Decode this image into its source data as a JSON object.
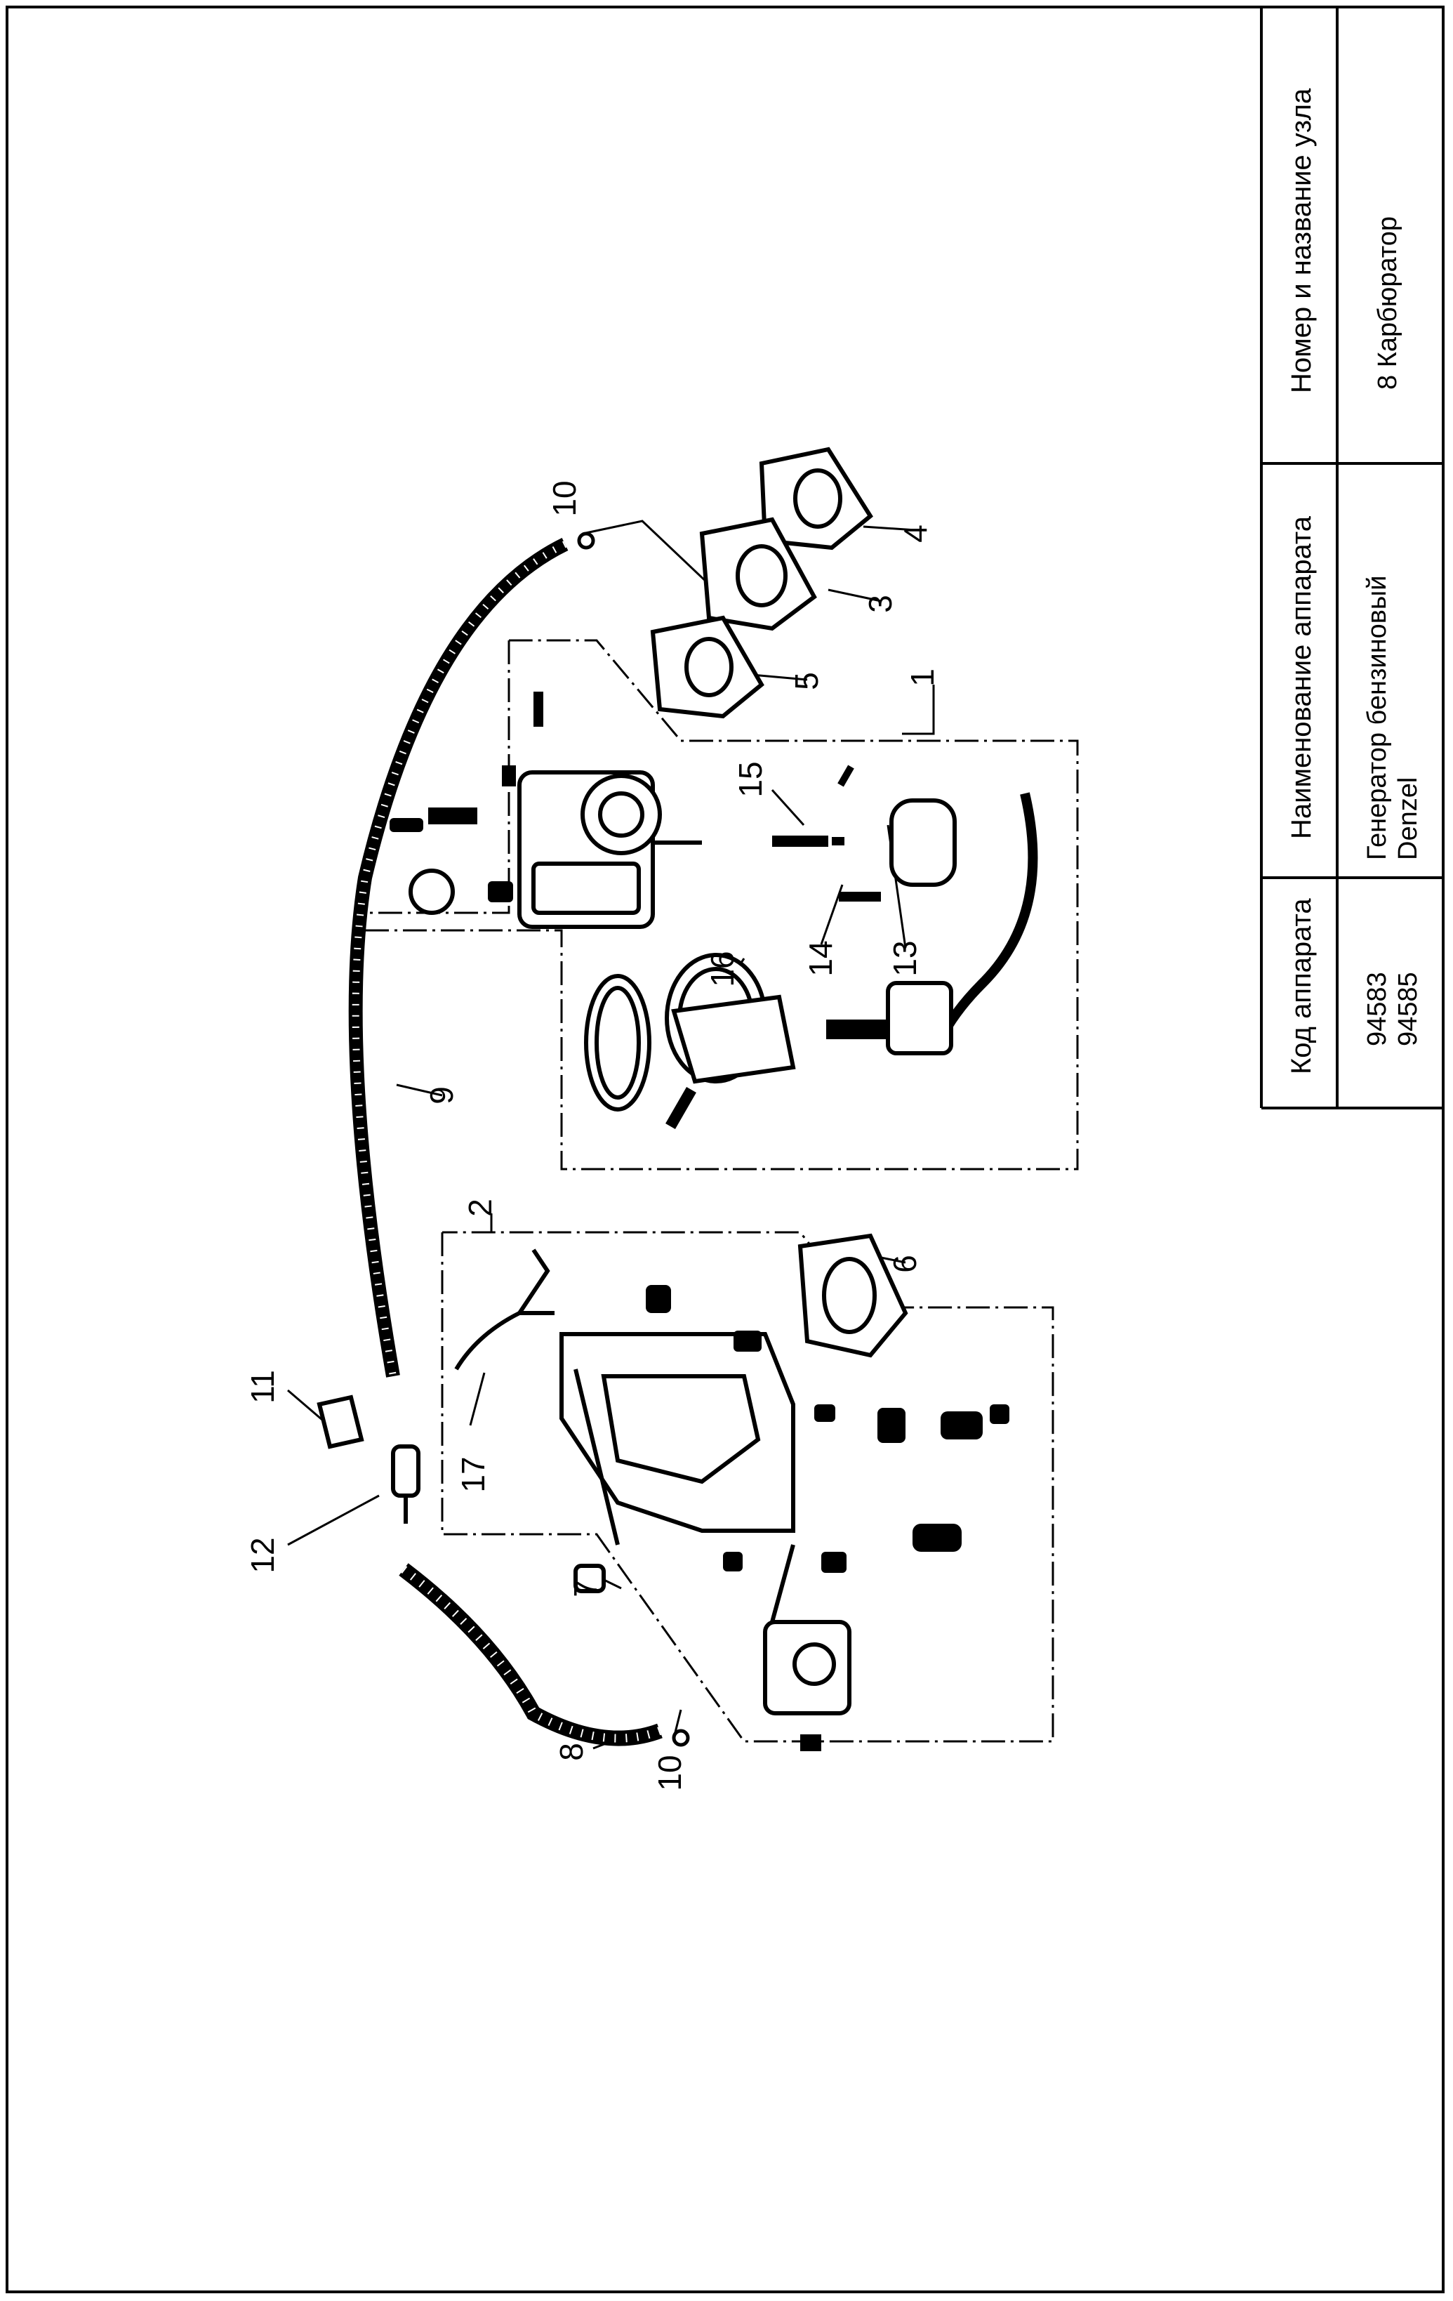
{
  "title_block": {
    "col_code": {
      "header": "Код аппарата",
      "values": [
        "94583",
        "94585"
      ]
    },
    "col_name": {
      "header": "Наименование аппарата",
      "values": [
        "Генератор бензиновый",
        "Denzel"
      ]
    },
    "col_unit": {
      "header": "Номер и название узла",
      "values": [
        "8 Карбюратор"
      ]
    }
  },
  "callouts": {
    "c1": "1",
    "c2": "2",
    "c3": "3",
    "c4": "4",
    "c5": "5",
    "c6": "6",
    "c7": "7",
    "c8": "8",
    "c9": "9",
    "c10a": "10",
    "c10b": "10",
    "c11": "11",
    "c12": "12",
    "c13": "13",
    "c14": "14",
    "c15": "15",
    "c16": "16",
    "c17": "17"
  }
}
